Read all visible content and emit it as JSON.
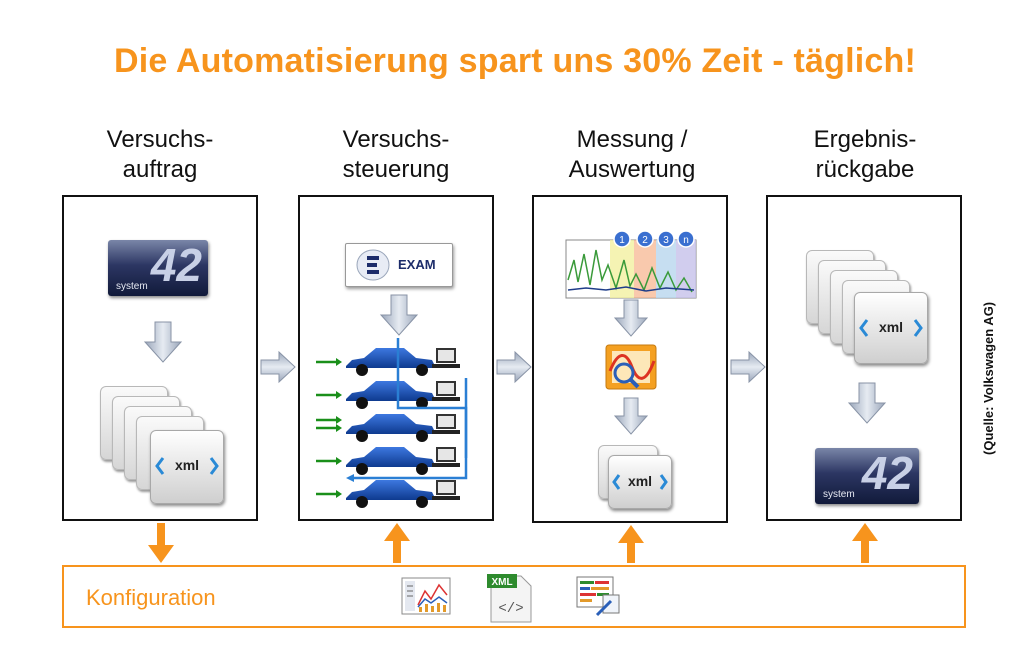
{
  "title": "Die Automatisierung spart uns 30% Zeit - täglich!",
  "stages": [
    {
      "heading_line1": "Versuchs-",
      "heading_line2": "auftrag"
    },
    {
      "heading_line1": "Versuchs-",
      "heading_line2": "steuerung"
    },
    {
      "heading_line1": "Messung /",
      "heading_line2": "Auswertung"
    },
    {
      "heading_line1": "Ergebnis-",
      "heading_line2": "rückgabe"
    }
  ],
  "logos": {
    "system42_number": "42",
    "system42_word": "system",
    "exam_label": "EXAM"
  },
  "xml_label": "xml",
  "xml_file_label": "XML",
  "markers": [
    "1",
    "2",
    "3",
    "n"
  ],
  "source_note": "(Quelle: Volkswagen AG)",
  "config": {
    "label": "Konfiguration"
  },
  "colors": {
    "accent": "#f7941d",
    "car": "#1e4fb3",
    "arrow_grey": "#b9c3d3",
    "green": "#1a8f1a"
  }
}
